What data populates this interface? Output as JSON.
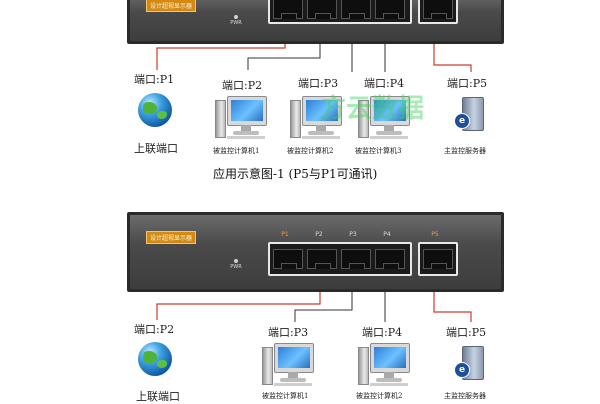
{
  "diagram1": {
    "brand": "设计超视显示器",
    "power_label": "PWR",
    "port_labels": [
      "",
      "",
      "",
      "",
      ""
    ],
    "labels": {
      "p1": "端口:P1",
      "p2": "端口:P2",
      "p3": "端口:P3",
      "p4": "端口:P4",
      "p5": "端口:P5",
      "uplink": "上联端口",
      "pc1": "被监控计算机1",
      "pc2": "被监控计算机2",
      "pc3": "被监控计算机3",
      "server": "主监控服务器"
    },
    "caption": "应用示意图-1 (P5与P1可通讯)"
  },
  "diagram2": {
    "brand": "设计超视显示器",
    "power_label": "PWR",
    "port_labels": [
      "P1",
      "P2",
      "P3",
      "P4",
      "P5"
    ],
    "labels": {
      "p2": "端口:P2",
      "p3": "端口:P3",
      "p4": "端口:P4",
      "p5": "端口:P5",
      "uplink": "上联端口",
      "pc1": "被监控计算机1",
      "pc2": "被监控计算机2",
      "server": "主监控服务器"
    }
  },
  "watermark": "方云数据",
  "colors": {
    "cable": "#cf3b2a",
    "switch_body": "#4a4a4a",
    "brand_badge": "#d48a12"
  }
}
